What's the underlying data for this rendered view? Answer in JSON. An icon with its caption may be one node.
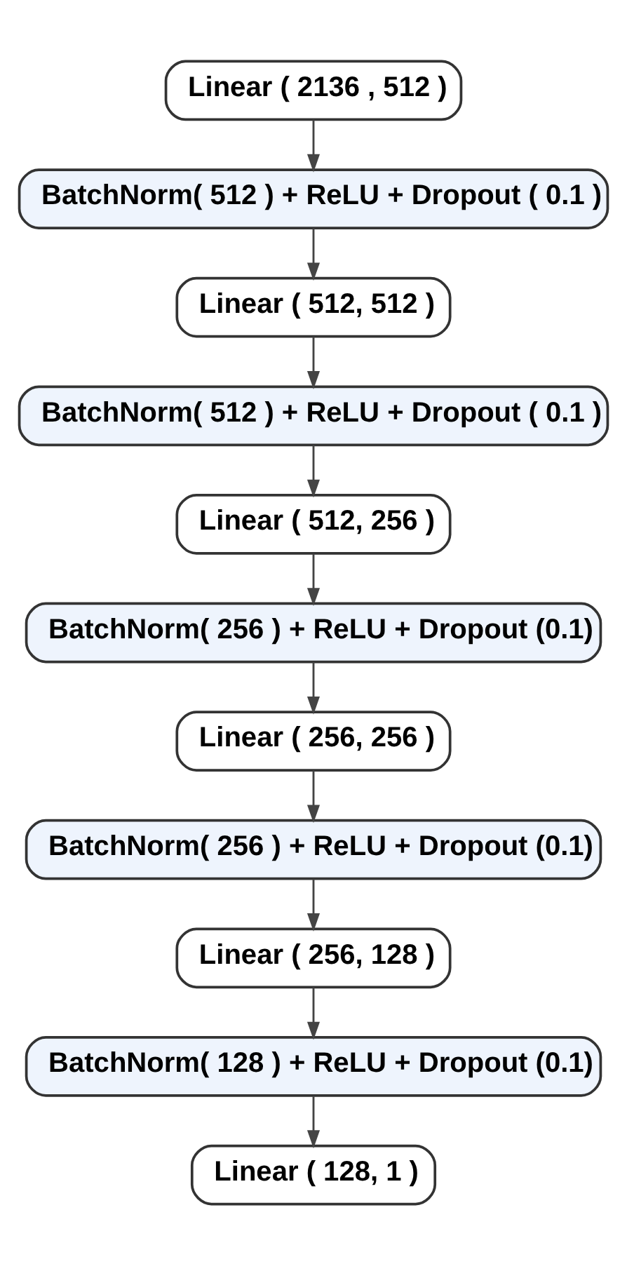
{
  "diagram": {
    "nodes": [
      {
        "text": [
          "Linear ( 2136 , 512 )"
        ]
      },
      {
        "text": [
          "BatchNorm( 512 ) + ReLU + Dropout ( 0.1 )"
        ]
      },
      {
        "text": [
          "Linear ( 512, 512 )"
        ]
      },
      {
        "text": [
          "BatchNorm( 512 ) + ReLU + Dropout ( 0.1 )"
        ]
      },
      {
        "text": [
          "Linear ( 512, 256 )"
        ]
      },
      {
        "text": [
          "BatchNorm( 256 ) + ReLU + Dropout (0.1)"
        ]
      },
      {
        "text": [
          "Linear ( 256, 256 )"
        ]
      },
      {
        "text": [
          "BatchNorm( 256 ) + ReLU + Dropout (0.1)"
        ]
      },
      {
        "text": [
          "Linear ( 256, 128 )"
        ]
      },
      {
        "text": [
          "BatchNorm( 128 ) + ReLU + Dropout (0.1)"
        ]
      },
      {
        "text": [
          "Linear ( 128, 1 )"
        ]
      }
    ],
    "edges": [
      {
        "from": 0,
        "to": 1,
        "arrow": "to"
      },
      {
        "from": 1,
        "to": 2,
        "arrow": "to"
      },
      {
        "from": 2,
        "to": 3,
        "arrow": "to"
      },
      {
        "from": 3,
        "to": 4,
        "arrow": "to"
      },
      {
        "from": 4,
        "to": 5,
        "arrow": "to"
      },
      {
        "from": 5,
        "to": 6,
        "arrow": "to"
      },
      {
        "from": 6,
        "to": 7,
        "arrow": "to"
      },
      {
        "from": 7,
        "to": 8,
        "arrow": "to"
      },
      {
        "from": 8,
        "to": 9,
        "arrow": "to"
      },
      {
        "from": 9,
        "to": 10,
        "arrow": "to"
      }
    ]
  }
}
